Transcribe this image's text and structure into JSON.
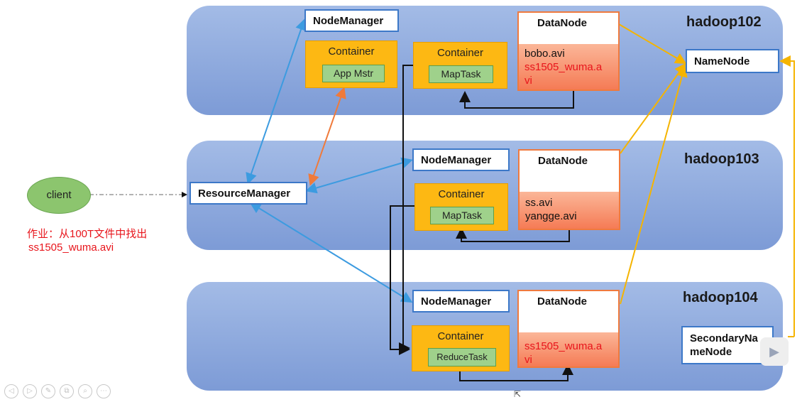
{
  "hosts": [
    "hadoop102",
    "hadoop103",
    "hadoop104"
  ],
  "client": "client",
  "resource_manager": "ResourceManager",
  "node_manager": "NodeManager",
  "container": "Container",
  "app_master": "App Mstr",
  "map_task": "MapTask",
  "reduce_task": "ReduceTask",
  "datanode": "DataNode",
  "namenode": "NameNode",
  "secondary_namenode": [
    "SecondaryNa",
    "meNode"
  ],
  "datanode102": [
    "bobo.avi",
    "ss1505_wuma.a",
    "vi"
  ],
  "datanode103": [
    "ss.avi",
    "yangge.avi"
  ],
  "datanode104": [
    "ss1505_wuma.a",
    "vi"
  ],
  "homework": [
    "作业：从100T文件中找出",
    "ss1505_wuma.avi"
  ],
  "colors": {
    "node_bg": "#7d9bd6",
    "container": "#fdb813",
    "task": "#9fd18b",
    "datanode_body": "#f57b55",
    "red_text": "#e8141b",
    "blue_arrow": "#3c9be0",
    "orange_arrow": "#f07a3a",
    "yellow_arrow": "#f5b400"
  },
  "toolbar_icons": [
    "prev-icon",
    "next-icon",
    "pen-icon",
    "copy-icon",
    "zoom-icon",
    "more-icon"
  ],
  "play_icon": "play-icon"
}
